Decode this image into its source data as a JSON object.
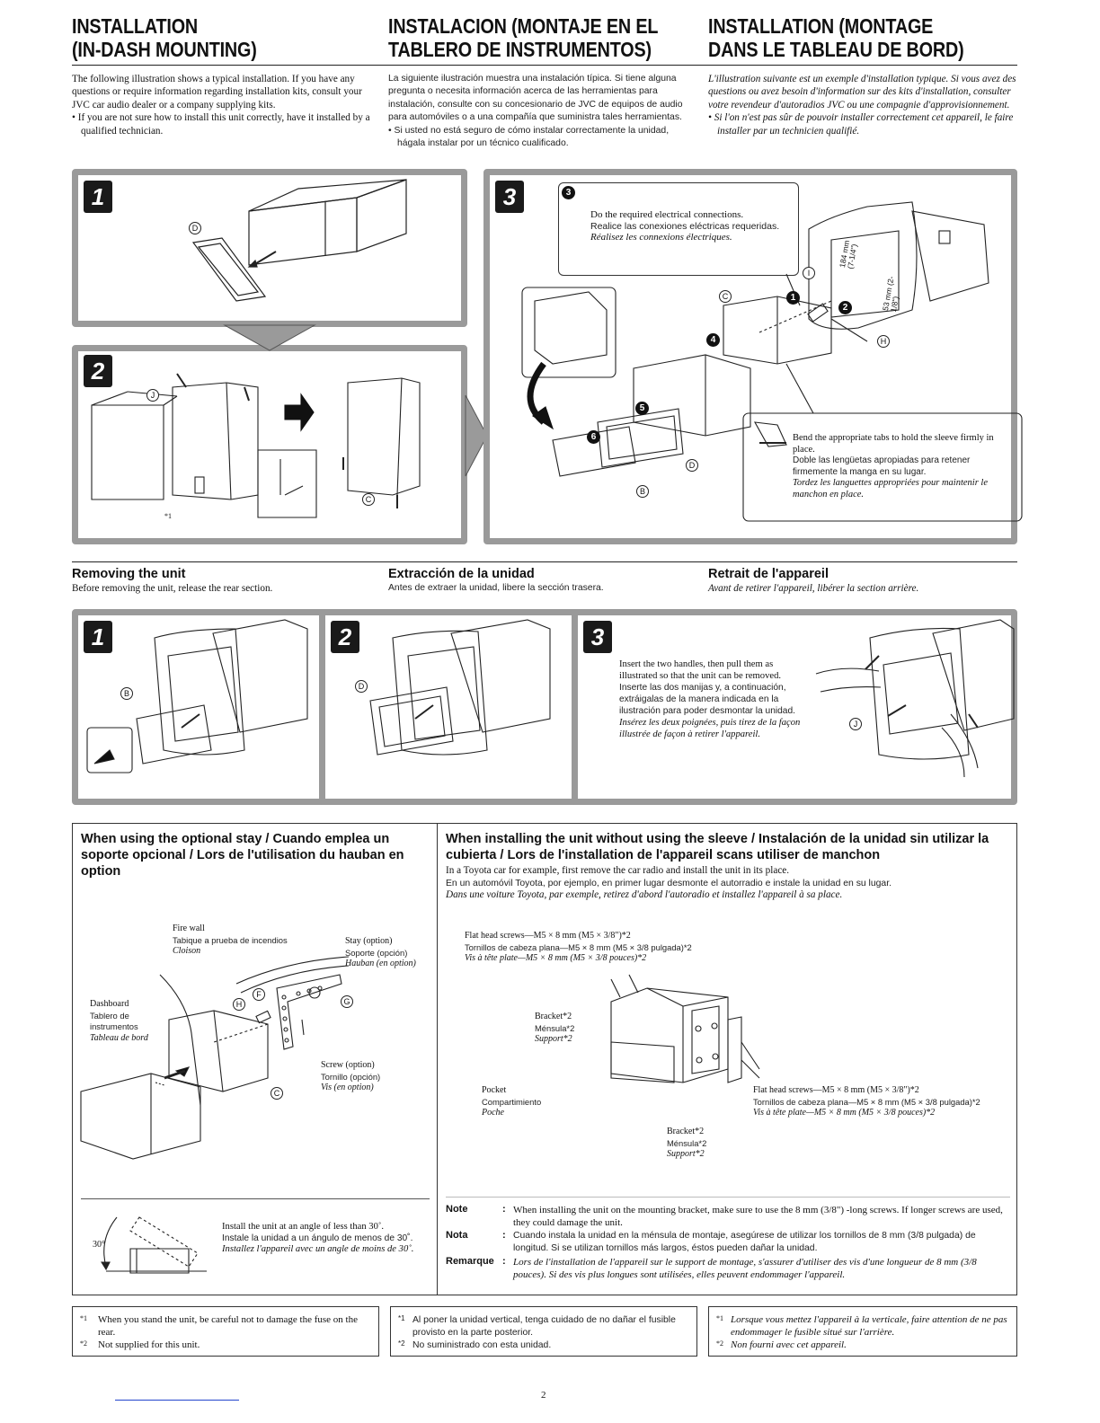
{
  "headings": {
    "en": [
      "INSTALLATION",
      "(IN-DASH MOUNTING)"
    ],
    "es": [
      "INSTALACION (MONTAJE EN EL",
      "TABLERO DE INSTRUMENTOS)"
    ],
    "fr": [
      "INSTALLATION (MONTAGE",
      "DANS LE TABLEAU DE BORD)"
    ]
  },
  "intro": {
    "en": {
      "p": "The following illustration shows a typical installation. If you have any questions or require information regarding installation kits, consult your JVC car audio dealer or a company supplying kits.",
      "bullet": "If you are not sure how to install this unit correctly, have it installed by a qualified technician."
    },
    "es": {
      "p": "La siguiente ilustración muestra una instalación típica. Si tiene alguna pregunta o necesita información acerca de las herramientas para instalación, consulte con su concesionario de JVC de equipos de audio para automóviles o a una compañía que suministra tales herramientas.",
      "bullet": "Si usted no está seguro de cómo instalar correctamente la unidad, hágala instalar por un técnico cualificado."
    },
    "fr": {
      "p": "L'illustration suivante est un exemple d'installation typique. Si vous avez des questions ou avez besoin d'information sur des kits d'installation, consulter votre revendeur d'autoradios JVC ou une compagnie d'approvisionnement.",
      "bullet": "Si l'on n'est pas sûr de pouvoir installer correctement cet appareil, le faire installer par un technicien qualifié."
    }
  },
  "install_panels": {
    "steps": [
      "1",
      "2",
      "3"
    ],
    "labels": {
      "B": "B",
      "C": "C",
      "D": "D",
      "H": "H",
      "I": "I",
      "J": "J"
    },
    "nums": [
      "1",
      "2",
      "3",
      "4",
      "5",
      "6"
    ],
    "footnote_mark": "*1",
    "callout_connections": {
      "en": "Do the required electrical connections.",
      "es": "Realice las conexiones eléctricas requeridas.",
      "fr": "Réalisez les connexions électriques."
    },
    "callout_tabs": {
      "en": "Bend the appropriate tabs to hold the sleeve firmly in place.",
      "es": "Doble las lengüetas apropiadas para retener firmemente la manga en su lugar.",
      "fr": "Tordez les languettes appropriées pour maintenir le manchon en place."
    },
    "dim_width": "184 mm (7-1/4\")",
    "dim_height": "53 mm (2-1/8\")"
  },
  "removing": {
    "en": {
      "title": "Removing the unit",
      "text": "Before removing the unit, release the rear section."
    },
    "es": {
      "title": "Extracción de la unidad",
      "text": "Antes de extraer la unidad, libere la sección trasera."
    },
    "fr": {
      "title": "Retrait de l'appareil",
      "text": "Avant de retirer l'appareil, libérer la section arrière."
    },
    "steps": [
      "1",
      "2",
      "3"
    ],
    "labels": {
      "B": "B",
      "D": "D",
      "J": "J"
    },
    "instruction": {
      "en": "Insert the two handles, then pull them as illustrated so that the unit can be removed.",
      "es": "Inserte las dos manijas y, a continuación, extráigalas de la manera indicada en la ilustración para poder desmontar la unidad.",
      "fr": "Insérez les deux poignées, puis tirez de la façon illustrée de façon à retirer l'appareil."
    }
  },
  "stay": {
    "title": "When using the optional stay / Cuando emplea un soporte opcional / Lors de l'utilisation du hauban en option",
    "fire_wall": {
      "en": "Fire wall",
      "es": "Tabique a prueba de incendios",
      "fr": "Cloison"
    },
    "stay_opt": {
      "en": "Stay (option)",
      "es": "Soporte (opción)",
      "fr": "Hauban (en option)"
    },
    "dashboard": {
      "en": "Dashboard",
      "es1": "Tablero de",
      "es2": "instrumentos",
      "fr": "Tableau de bord"
    },
    "screw": {
      "en": "Screw (option)",
      "es": "Tornillo (opción)",
      "fr": "Vis (en option)"
    },
    "labels": {
      "C": "C",
      "F": "F",
      "G": "G",
      "H": "H"
    },
    "angle_label": "30°",
    "angle": {
      "en": "Install the unit at an angle of less than 30˚.",
      "es": "Instale la unidad a un ángulo de menos de 30˚.",
      "fr": "Installez l'appareil avec un angle de moins de 30˚."
    }
  },
  "nosleeve": {
    "title": "When installing the unit without using the sleeve / Instalación de la unidad sin utilizar la cubierta / Lors de l'installation de l'appareil scans utiliser de manchon",
    "intro": {
      "en": "In a Toyota car for example, first remove the car radio and install the unit in its place.",
      "es": "En un automóvil Toyota, por ejemplo, en primer lugar desmonte el autorradio e instale la unidad en su lugar.",
      "fr": "Dans une voiture Toyota, par exemple, retirez d'abord l'autoradio et installez l'appareil à sa place."
    },
    "screws": {
      "en": "Flat head screws—M5 × 8 mm (M5 × 3/8\")*2",
      "es": "Tornillos de cabeza plana—M5 × 8 mm (M5 × 3/8 pulgada)*2",
      "fr": "Vis à tête plate—M5 × 8 mm (M5 × 3/8 pouces)*2"
    },
    "bracket": {
      "en": "Bracket*2",
      "es": "Ménsula*2",
      "fr": "Support*2"
    },
    "pocket": {
      "en": "Pocket",
      "es": "Compartimiento",
      "fr": "Poche"
    },
    "notes": [
      {
        "key": "Note",
        "text": "When installing the unit on the mounting bracket, make sure to use the 8 mm (3/8\") -long screws. If longer screws are used, they could damage the unit."
      },
      {
        "key": "Nota",
        "text": "Cuando instala la unidad en la ménsula de montaje, asegúrese de utilizar los tornillos de 8 mm (3/8 pulgada) de longitud. Si se utilizan tornillos más largos, éstos pueden dañar la unidad."
      },
      {
        "key": "Remarque",
        "text": "Lors de l'installation de l'appareil sur le support de montage, s'assurer d'utiliser des vis d'une longueur de 8 mm (3/8 pouces). Si des vis plus longues sont utilisées, elles peuvent endommager l'appareil."
      }
    ],
    "colon": ":"
  },
  "footnotes": {
    "en": [
      {
        "mark": "*1",
        "text": "When you stand the unit, be careful not to damage the fuse on the rear."
      },
      {
        "mark": "*2",
        "text": "Not supplied for this unit."
      }
    ],
    "es": [
      {
        "mark": "*1",
        "text": "Al poner la unidad vertical, tenga cuidado de no dañar el fusible provisto en la parte posterior."
      },
      {
        "mark": "*2",
        "text": "No suministrado con esta unidad."
      }
    ],
    "fr": [
      {
        "mark": "*1",
        "text": "Lorsque vous mettez l'appareil à la verticale, faire attention de ne pas endommager le fusible situé sur l'arrière."
      },
      {
        "mark": "*2",
        "text": "Non fourni avec cet appareil."
      }
    ]
  },
  "page_number": "2",
  "colors": {
    "panel_border": "#9a9a9a",
    "ink": "#111111",
    "step_bg": "#1a1a1a"
  }
}
